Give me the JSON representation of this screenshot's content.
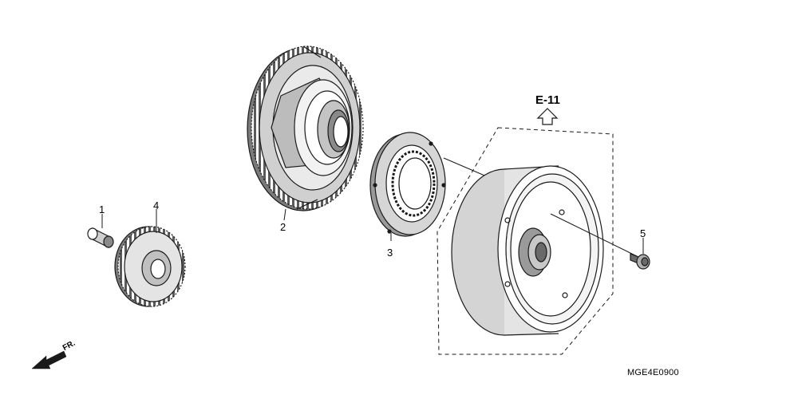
{
  "diagram": {
    "ref_label": "E-11",
    "front_marker": "FR.",
    "diagram_code": "MGE4E0900",
    "callouts": [
      "1",
      "2",
      "3",
      "4",
      "5"
    ],
    "line_color": "#1a1a1a",
    "fill_dark": "#6a6a6a",
    "fill_mid": "#9a9a9a",
    "fill_light": "#d8d8d8"
  }
}
